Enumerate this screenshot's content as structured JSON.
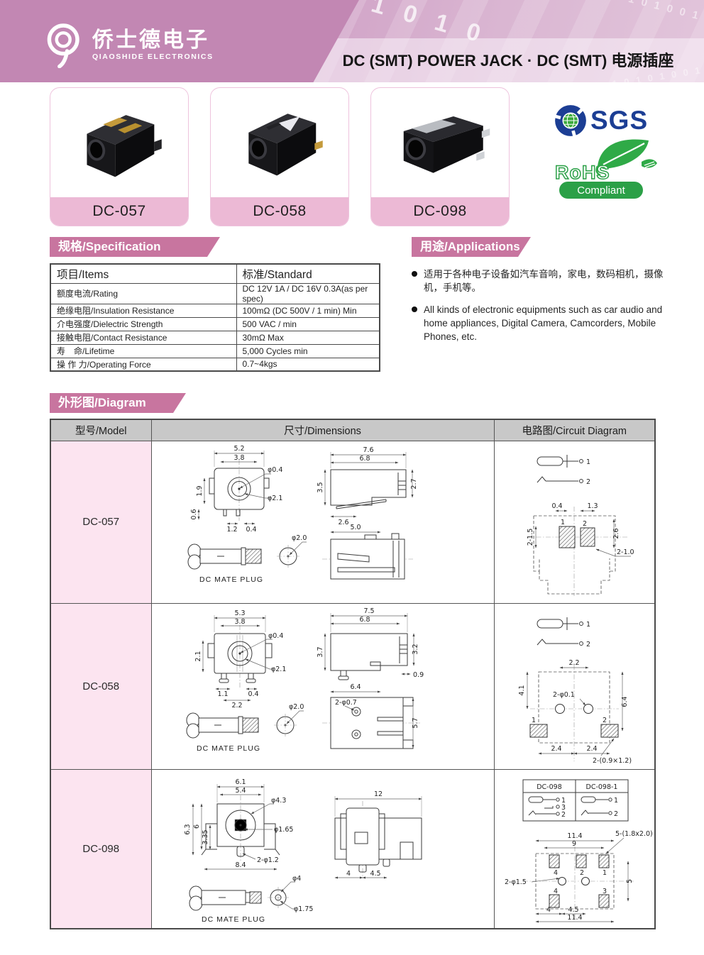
{
  "header": {
    "logo_cn": "侨士德电子",
    "logo_en": "QIAOSHIDE ELECTRONICS",
    "title": "DC (SMT) POWER JACK · DC (SMT) 电源插座",
    "binary_deco_1": "1 0 1 0 1 0",
    "binary_deco_2": "0 1 0 1 0 0 1",
    "binary_deco_3": "1 0 1 0 1 0 0 1",
    "colors": {
      "band": "#c287b3",
      "accent": "#c8759f"
    }
  },
  "products": [
    {
      "model": "DC-057"
    },
    {
      "model": "DC-058"
    },
    {
      "model": "DC-098"
    }
  ],
  "certifications": {
    "sgs_label": "SGS",
    "rohs_label": "RoHS",
    "rohs_sub": "Compliant"
  },
  "spec_section": {
    "title": "规格/Specification",
    "col_items": "项目/Items",
    "col_standard": "标准/Standard",
    "rows": [
      {
        "item": "额度电流/Rating",
        "standard": "DC 12V 1A / DC 16V 0.3A(as per spec)"
      },
      {
        "item": "绝缘电阻/Insulation Resistance",
        "standard": "100mΩ (DC 500V / 1 min) Min"
      },
      {
        "item": "介电强度/Dielectric Strength",
        "standard": "500 VAC / min"
      },
      {
        "item": "接触电阻/Contact Resistance",
        "standard": "30mΩ Max"
      },
      {
        "item": "寿　命/Lifetime",
        "standard": "5,000 Cycles min"
      },
      {
        "item": "操 作 力/Operating Force",
        "standard": "0.7~4kgs"
      }
    ]
  },
  "applications_section": {
    "title": "用途/Applications",
    "items": [
      "适用于各种电子设备如汽车音响，家电，数码相机，摄像机，手机等。",
      "All kinds of electronic equipments such as car audio and home appliances, Digital Camera, Camcorders, Mobile Phones, etc."
    ]
  },
  "diagram_section": {
    "title": "外形图/Diagram",
    "col_model": "型号/Model",
    "col_dimensions": "尺寸/Dimensions",
    "col_circuit": "电路图/Circuit Diagram",
    "rows": [
      {
        "model": "DC-057",
        "plug_label": "DC MATE PLUG",
        "front": {
          "w1": "5.2",
          "w2": "3.8",
          "d1": "φ0.4",
          "d2": "φ2.1",
          "h1": "1.9",
          "h2": "0.6",
          "b1": "1.2",
          "b2": "0.4"
        },
        "side": {
          "w1": "7.6",
          "w2": "6.8",
          "h1": "3.5",
          "h2": "2.7",
          "b1": "2.6"
        },
        "bottom": {
          "w1": "5.0"
        },
        "plug": {
          "d1": "φ2.0"
        },
        "circuit": {
          "pin1": "1",
          "pin2": "2",
          "t1": "0.4",
          "t2": "1.3",
          "r1": "2.6",
          "l1": "2-1.5",
          "n1": "2-1.0",
          "p1": "1",
          "p2": "2"
        }
      },
      {
        "model": "DC-058",
        "plug_label": "DC MATE PLUG",
        "front": {
          "w1": "5.3",
          "w2": "3.8",
          "d1": "φ0.4",
          "d2": "φ2.1",
          "h1": "2.1",
          "b1": "1.1",
          "b2": "0.4",
          "b3": "2.2"
        },
        "side": {
          "w1": "7.5",
          "w2": "6.8",
          "h1": "3.7",
          "h2": "3.2",
          "b1": "0.9"
        },
        "bottom": {
          "w1": "6.4",
          "d1": "2-φ0.7",
          "h1": "5.7"
        },
        "plug": {
          "d1": "φ2.0"
        },
        "circuit": {
          "pin1": "1",
          "pin2": "2",
          "t1": "2.2",
          "l1": "4.1",
          "c1": "2-φ0.1",
          "r1": "6.4",
          "b1": "2.4",
          "b2": "2.4",
          "n1": "2-(0.9×1.2)",
          "p1": "1",
          "p2": "2"
        }
      },
      {
        "model": "DC-098",
        "plug_label": "DC MATE PLUG",
        "front": {
          "w1": "6.1",
          "w2": "5.4",
          "d1": "φ4.3",
          "d2": "φ1.65",
          "h1": "6.3",
          "h2": "6",
          "h3": "3.35",
          "b1": "2-φ1.2",
          "b2": "8.4"
        },
        "side": {
          "w1": "12",
          "b1": "4",
          "b2": "4.5"
        },
        "plug": {
          "d1": "φ4",
          "d2": "φ1.75"
        },
        "circuit": {
          "v1": "DC-098",
          "v2": "DC-098-1",
          "v1p1": "1",
          "v1p2": "3",
          "v1p3": "2",
          "v2p1": "1",
          "v2p2": "2",
          "t1": "11.4",
          "t2": "9",
          "n1": "5-(1.8x2.0)",
          "l1": "2-φ1.5",
          "r1": "5",
          "b1": "4",
          "b2": "4.5",
          "b3": "11.4",
          "p1": "4",
          "p2": "2",
          "p3": "1",
          "p4": "4",
          "p5": "3"
        }
      }
    ]
  }
}
